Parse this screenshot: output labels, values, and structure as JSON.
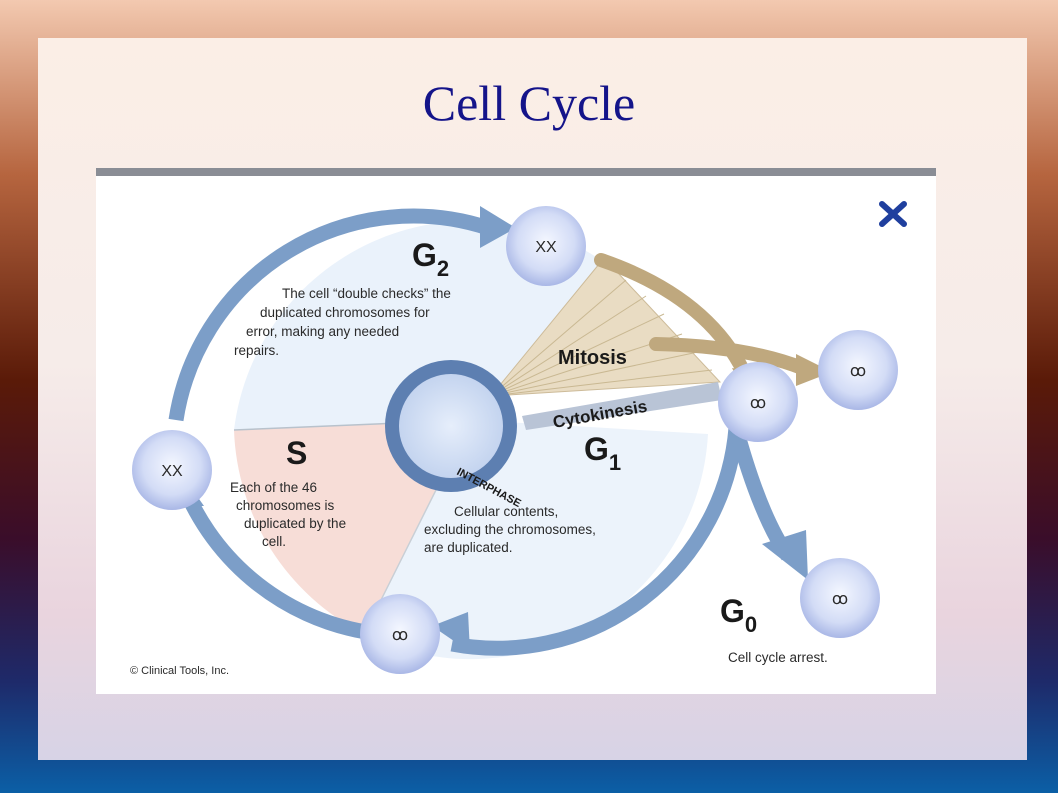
{
  "slide": {
    "title": "Cell Cycle"
  },
  "diagram": {
    "phases": {
      "g2": {
        "label": "G",
        "sub": "2",
        "description": [
          "The cell “double checks” the",
          "duplicated chromosomes for",
          "error, making any needed",
          "repairs."
        ]
      },
      "s": {
        "label": "S",
        "description": [
          "Each of the 46",
          "chromosomes is",
          "duplicated by the",
          "cell."
        ]
      },
      "g1": {
        "label": "G",
        "sub": "1",
        "description": [
          "Cellular contents,",
          "excluding the chromosomes,",
          "are duplicated."
        ]
      },
      "g0": {
        "label": "G",
        "sub": "0",
        "description": "Cell cycle arrest."
      }
    },
    "mitosis_label": "Mitosis",
    "cytokinesis_label": "Cytokinesis",
    "interphase_label": "INTERPHASE",
    "copyright": "© Clinical Tools, Inc."
  },
  "colors": {
    "title": "#14148a",
    "ring": "#7a9cc6",
    "s_sector": "#f7dcd6",
    "g_sector": "#e9f2fb",
    "mitosis": "#e8dcc4",
    "close_icon": "#1f3f9e"
  },
  "icons": {
    "close": "close-icon",
    "cell": "cell-icon"
  }
}
